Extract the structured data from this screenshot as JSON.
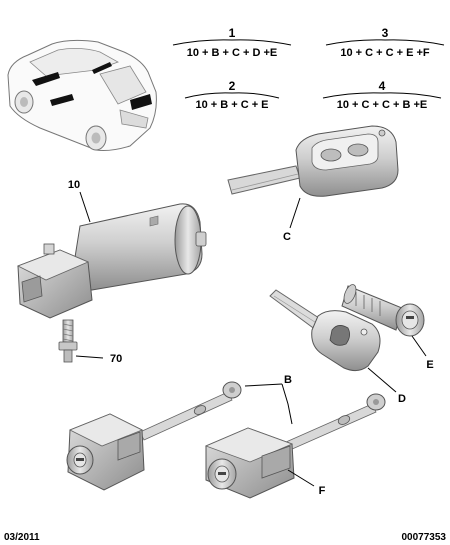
{
  "combinations": [
    {
      "id": "1",
      "formula": "10 + B + C + D +E"
    },
    {
      "id": "2",
      "formula": "10 + B + C + E"
    },
    {
      "id": "3",
      "formula": "10 + C + C + E +F"
    },
    {
      "id": "4",
      "formula": "10 + C + C + B +E"
    }
  ],
  "parts": {
    "p10": "10",
    "p70": "70",
    "pB": "B",
    "pC": "C",
    "pD": "D",
    "pE": "E",
    "pF": "F"
  },
  "footer": {
    "date": "03/2011",
    "reference": "00077353"
  },
  "colors": {
    "line": "#000000",
    "part_light": "#e6e6e6",
    "part_mid": "#bdbdbd",
    "part_dark": "#8a8a8a",
    "car_key_marker": "#111111"
  }
}
